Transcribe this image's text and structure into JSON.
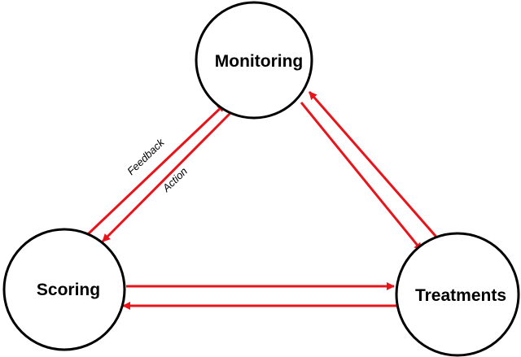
{
  "nodes": {
    "monitoring": "Monitoring",
    "scoring": "Scoring",
    "treatments": "Treatments"
  },
  "edge_labels": {
    "feedback": "Feedback",
    "action": "Action"
  },
  "colors": {
    "arrow": "#e8141b",
    "node_stroke": "#000000",
    "background": "#ffffff"
  }
}
